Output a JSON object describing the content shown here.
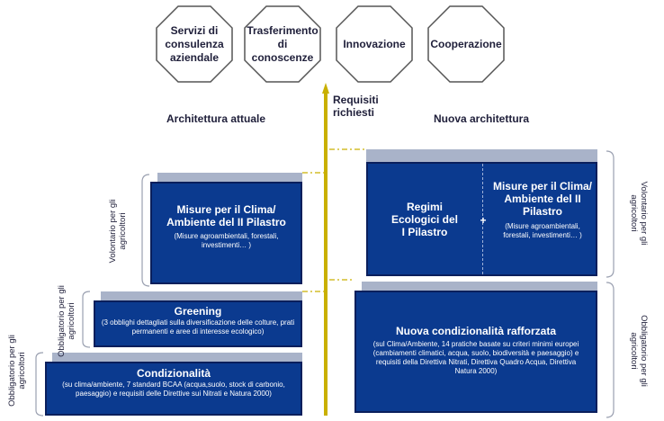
{
  "top_services": [
    {
      "label": "Servizi di consulenza aziendale"
    },
    {
      "label": "Trasferimento di conoscenze"
    },
    {
      "label": "Innovazione"
    },
    {
      "label": "Cooperazione"
    }
  ],
  "arrow_label": "Requisiti richiesti",
  "left": {
    "heading": "Architettura attuale",
    "volontario_label": "Volontario per gli agricoltori",
    "obbligatorio_greening_label": "Obbligatorio per gli agricoltori",
    "obbligatorio_cond_label": "Obbligatorio per gli agricoltori",
    "misure": {
      "title": "Misure per il Clima/ Ambiente del II Pilastro",
      "detail": "(Misure agroambientali, forestali, investimenti… )"
    },
    "greening": {
      "title": "Greening",
      "detail": "(3 obblighi dettagliati sulla diversificazione delle colture, prati permanenti e aree di interesse ecologico)"
    },
    "condizionalita": {
      "title": "Condizionalità",
      "detail": "(su clima/ambiente, 7 standard BCAA (acqua,suolo, stock di carbonio, paesaggio) e requisiti delle Direttive sui Nitrati e Natura 2000)"
    }
  },
  "right": {
    "heading": "Nuova architettura",
    "volontario_label": "Volontario per gli agricoltori",
    "obbligatorio_label": "Obbligatorio per gli agricoltori",
    "regimi": {
      "title": "Regimi Ecologici del I Pilastro"
    },
    "plus": "+",
    "misure": {
      "title": "Misure per il Clima/ Ambiente del II Pilastro",
      "detail": "(Misure agroambientali, forestali, investimenti… )"
    },
    "nuova_cond": {
      "title": "Nuova condizionalità rafforzata",
      "detail": "(sul Clima/Ambiente, 14 pratiche basate su criteri minimi europei (cambiamenti climatici, acqua, suolo, biodiversità e paesaggio) e requisiti della Direttiva Nitrati, Direttiva Quadro Acqua, Direttiva Natura 2000)"
    }
  },
  "colors": {
    "block_fill": "#0b3a8f",
    "block_border": "#0a1f5c",
    "shade": "#a9b3c9",
    "arrow": "#c9b000"
  }
}
